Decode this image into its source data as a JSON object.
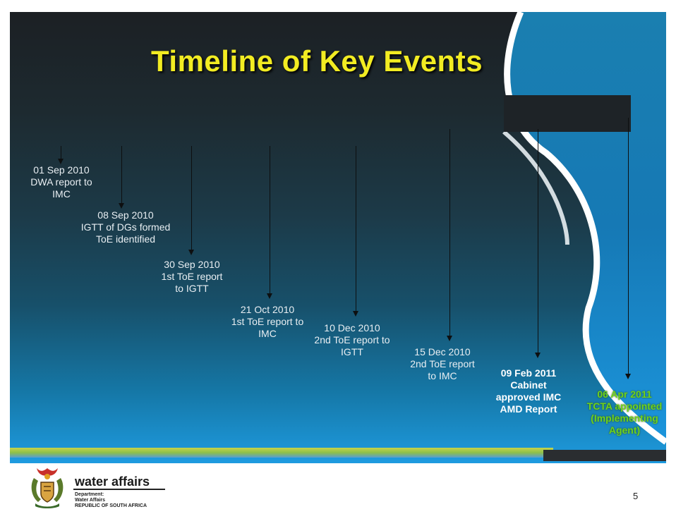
{
  "slide": {
    "title": "Timeline of Key Events",
    "page_number": "5"
  },
  "events": [
    {
      "line1": "01 Sep 2010",
      "line2": "DWA report to",
      "line3": "IMC"
    },
    {
      "line1": "08 Sep 2010",
      "line2": "IGTT of DGs formed",
      "line3": "ToE identified"
    },
    {
      "line1": "30 Sep 2010",
      "line2": "1st ToE report",
      "line3": "to IGTT"
    },
    {
      "line1": "21 Oct 2010",
      "line2": "1st ToE report to",
      "line3": "IMC"
    },
    {
      "line1": "10 Dec 2010",
      "line2": "2nd ToE report to",
      "line3": "IGTT"
    },
    {
      "line1": "15 Dec 2010",
      "line2": "2nd ToE report",
      "line3": "to IMC"
    },
    {
      "line1": "09 Feb 2011",
      "line2": "Cabinet",
      "line3": "approved IMC",
      "line4": "AMD Report"
    },
    {
      "line1": "06 Apr 2011",
      "line2": "TCTA appointed",
      "line3": "(Implementing",
      "line4": "Agent)"
    }
  ],
  "footer": {
    "brand": "water affairs",
    "sub1": "Department:",
    "sub2": "Water Affairs",
    "sub3": "REPUBLIC OF SOUTH AFRICA"
  },
  "colors": {
    "title": "#f2ec22",
    "green_event": "#6ed21e"
  }
}
